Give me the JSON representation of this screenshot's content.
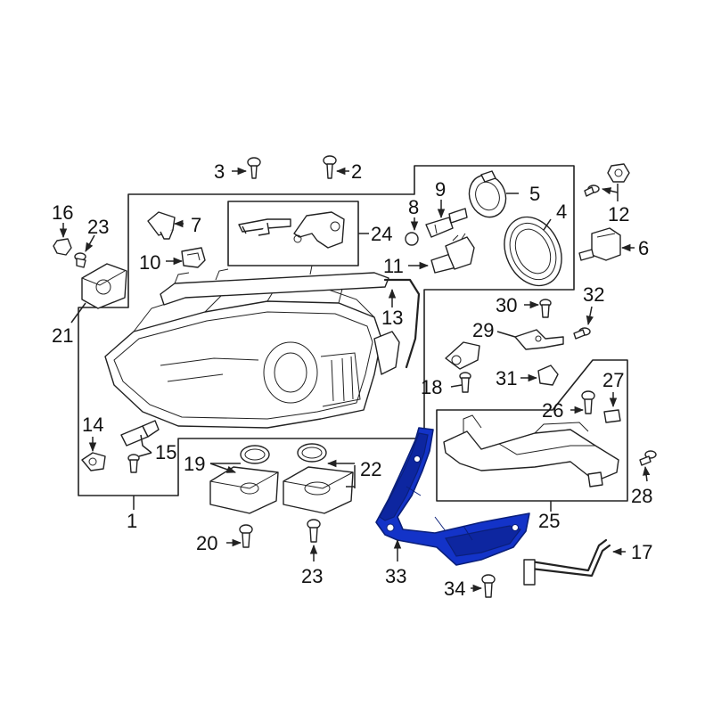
{
  "diagram": {
    "highlight_color": "#1333c8",
    "labels": {
      "l1": "1",
      "l2": "2",
      "l3": "3",
      "l4": "4",
      "l5": "5",
      "l6": "6",
      "l7": "7",
      "l8": "8",
      "l9": "9",
      "l10": "10",
      "l11": "11",
      "l12": "12",
      "l13": "13",
      "l14": "14",
      "l15": "15",
      "l16": "16",
      "l17": "17",
      "l18": "18",
      "l19": "19",
      "l20": "20",
      "l21": "21",
      "l22": "22",
      "l23a": "23",
      "l23b": "23",
      "l24": "24",
      "l25": "25",
      "l26": "26",
      "l27": "27",
      "l28": "28",
      "l29": "29",
      "l30": "30",
      "l31": "31",
      "l32": "32",
      "l33": "33",
      "l34": "34"
    }
  }
}
